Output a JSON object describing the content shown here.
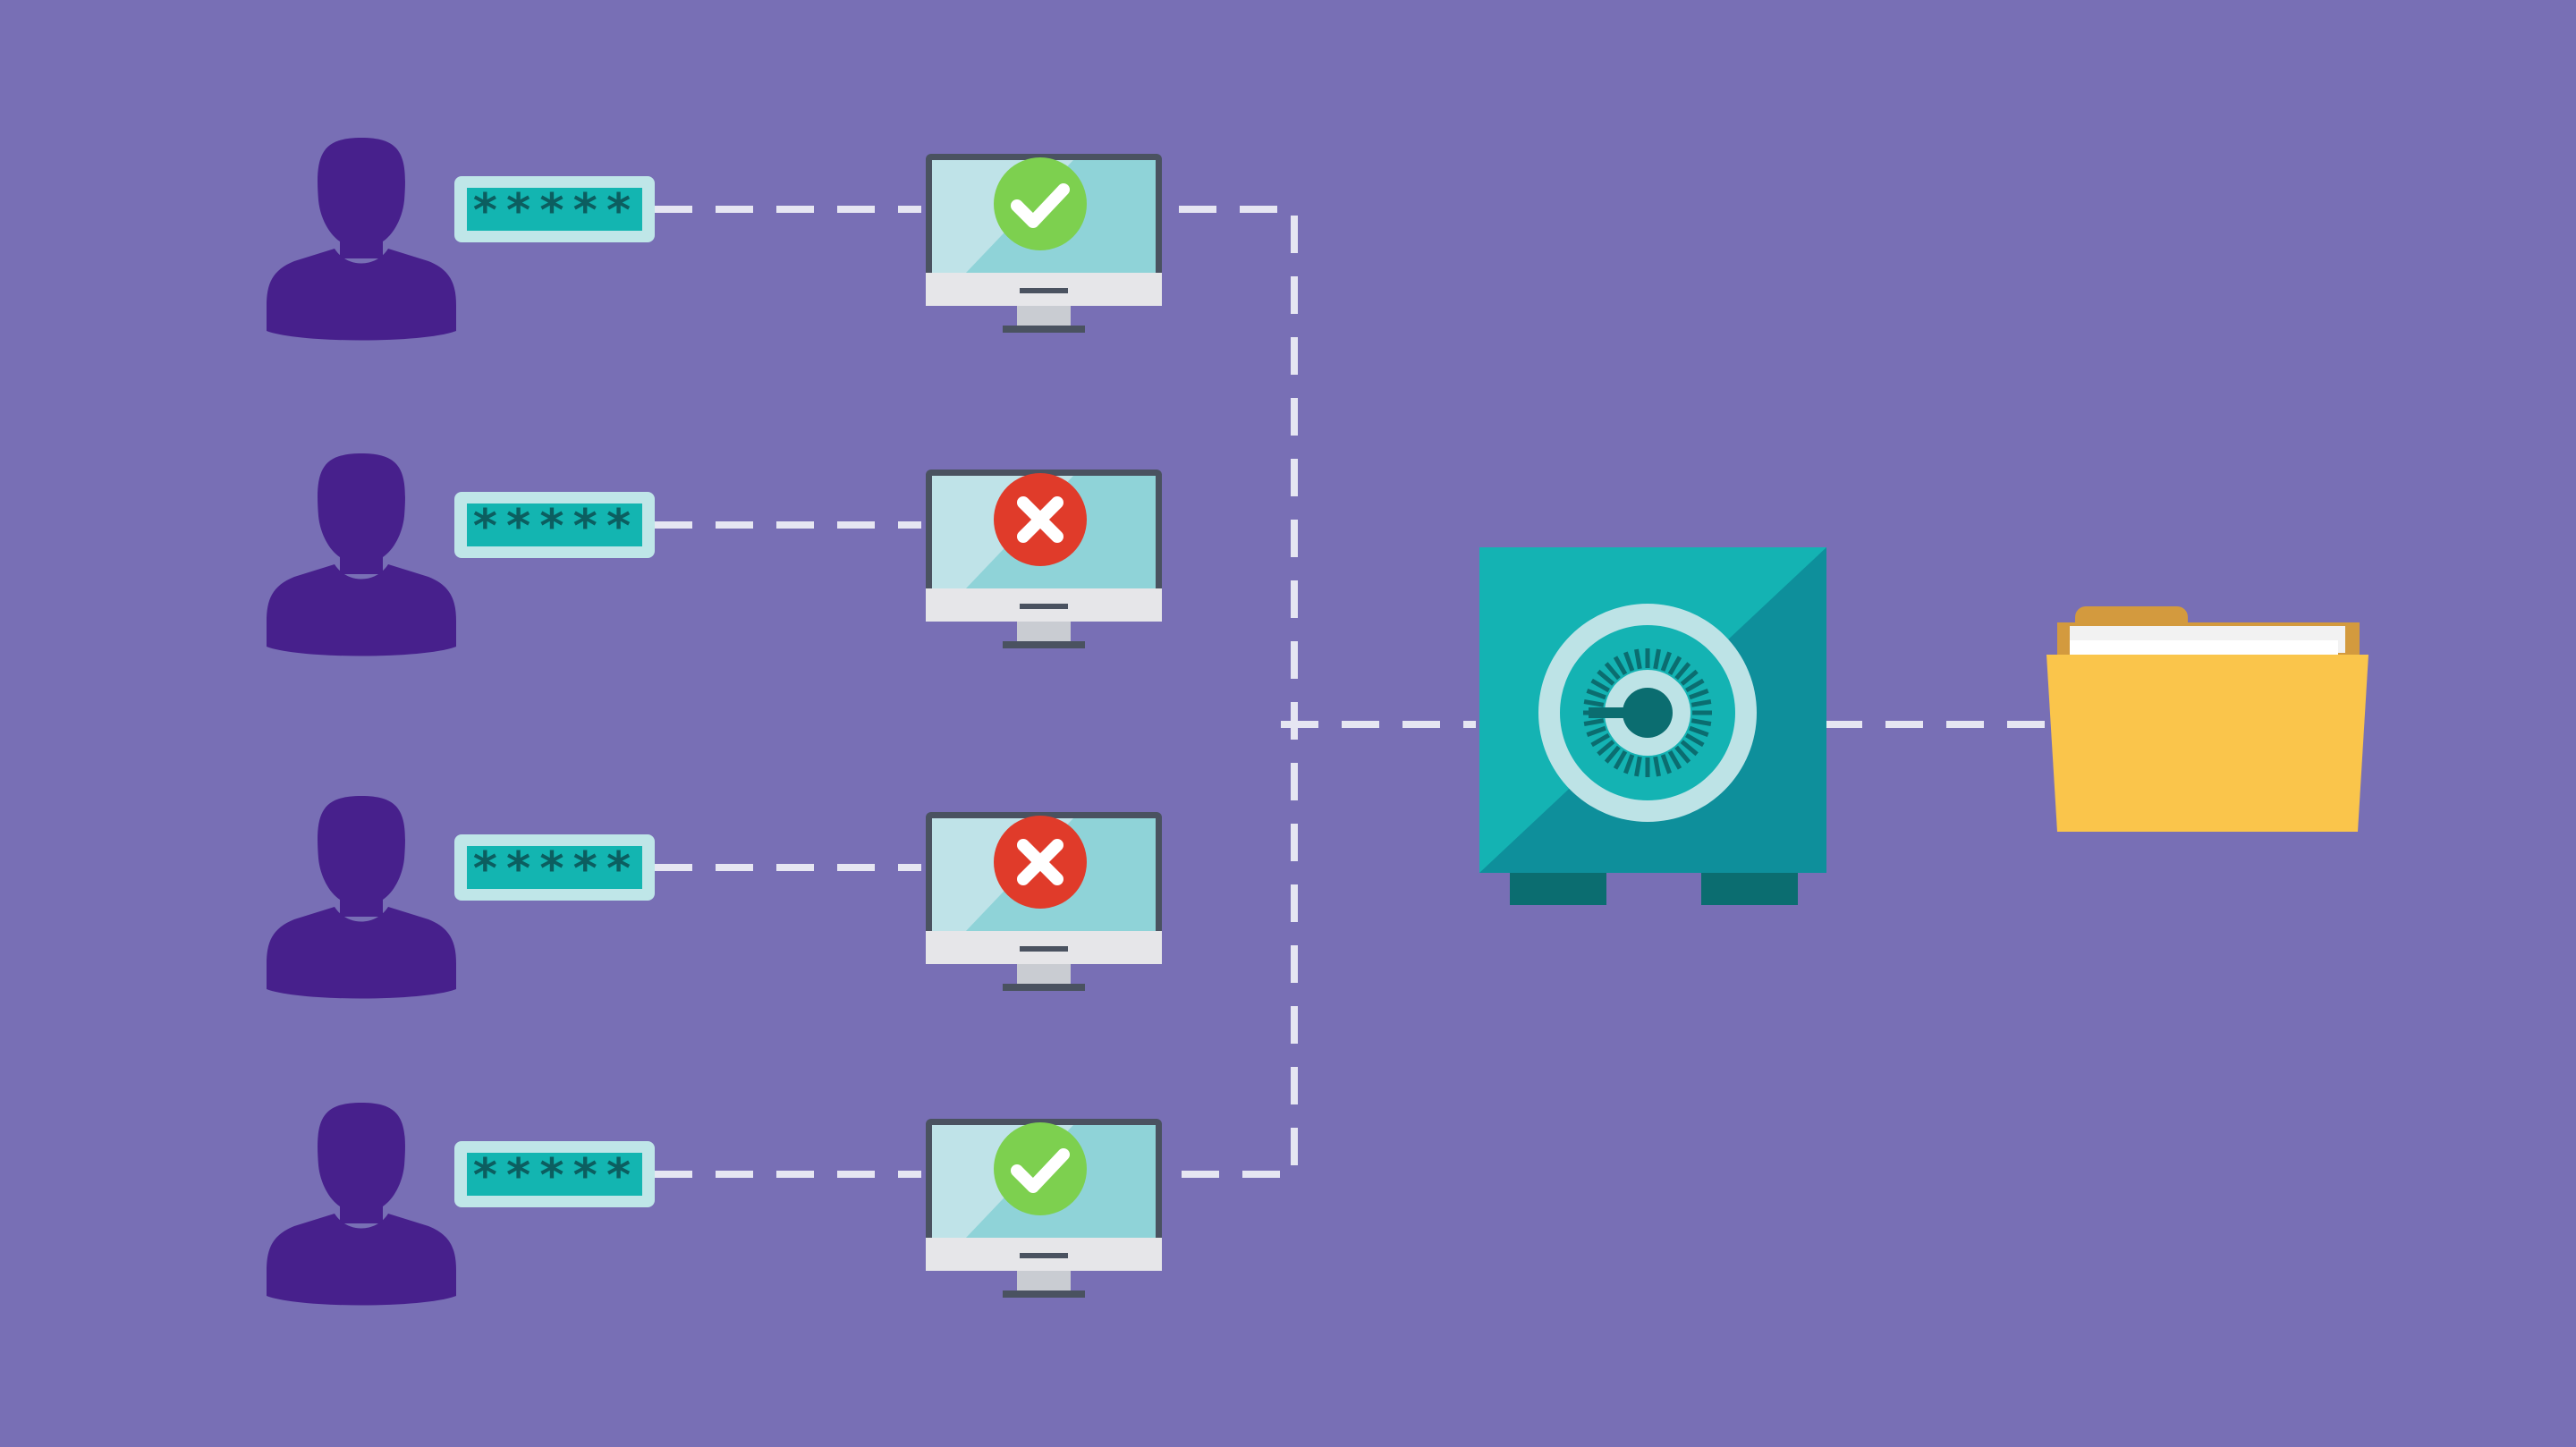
{
  "colors": {
    "background": "#786fb5",
    "user": "#47208c",
    "password_field_border": "#bfe6e8",
    "password_field_fill": "#13b5b1",
    "password_mask": "#0c5e60",
    "connector": "#e6e6f2",
    "monitor_bezel": "#4a5260",
    "monitor_screen": "#bfe3e8",
    "monitor_screen_glare": "#8fd3d8",
    "monitor_chin": "#e6e6e9",
    "monitor_stand": "#c9ccd2",
    "status_ok": "#7dd04f",
    "status_fail": "#e03b2a",
    "vault_front": "#14b3b3",
    "vault_side": "#0e8f9b",
    "vault_feet": "#0b6d70",
    "vault_dial_ring": "#bde3e6",
    "vault_dial_center": "#0b6d70",
    "folder_back": "#d39a3e",
    "folder_front": "#fac54b",
    "folder_paper": "#f2f2f2"
  },
  "rows": [
    {
      "user_icon": "user-icon",
      "password_mask": "*****",
      "status": "ok",
      "status_icon": "checkmark-icon"
    },
    {
      "user_icon": "user-icon",
      "password_mask": "*****",
      "status": "fail",
      "status_icon": "cross-icon"
    },
    {
      "user_icon": "user-icon",
      "password_mask": "*****",
      "status": "fail",
      "status_icon": "cross-icon"
    },
    {
      "user_icon": "user-icon",
      "password_mask": "*****",
      "status": "ok",
      "status_icon": "checkmark-icon"
    }
  ],
  "vault": {
    "icon": "vault-icon",
    "dial_icon": "combination-dial-icon"
  },
  "folder": {
    "icon": "folder-icon"
  }
}
